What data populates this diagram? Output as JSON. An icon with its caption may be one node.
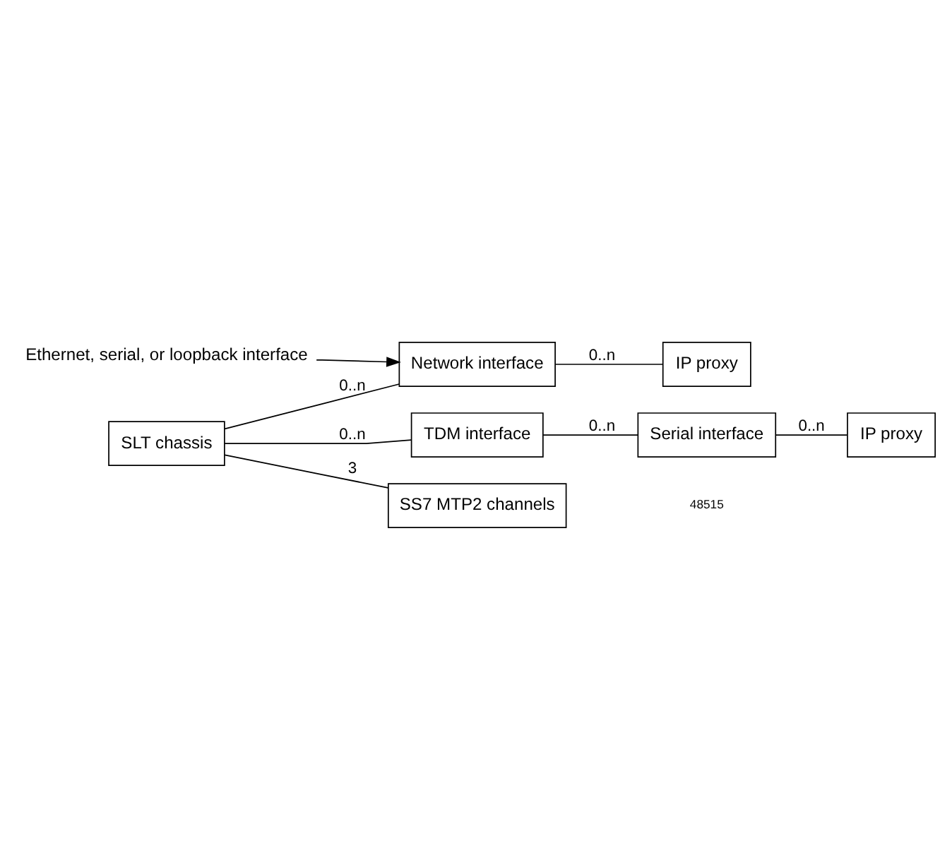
{
  "diagram": {
    "nodes": [
      {
        "text": [
          "SLT chassis"
        ]
      },
      {
        "text": [
          "Network interface"
        ]
      },
      {
        "text": [
          "IP proxy"
        ]
      },
      {
        "text": [
          "TDM interface"
        ]
      },
      {
        "text": [
          "Serial interface"
        ]
      },
      {
        "text": [
          "IP proxy"
        ]
      },
      {
        "text": [
          "SS7 MTP2 channels"
        ]
      },
      {
        "text": [
          "Ethernet, serial, or loopback interface"
        ]
      }
    ],
    "edges": [
      {
        "from": 0,
        "to": 1,
        "arrow": "none",
        "label": "0..n"
      },
      {
        "from": 1,
        "to": 2,
        "arrow": "none",
        "label": "0..n"
      },
      {
        "from": 0,
        "to": 3,
        "arrow": "none",
        "label": "0..n"
      },
      {
        "from": 3,
        "to": 4,
        "arrow": "none",
        "label": "0..n"
      },
      {
        "from": 4,
        "to": 5,
        "arrow": "none",
        "label": "0..n"
      },
      {
        "from": 0,
        "to": 6,
        "arrow": "none",
        "label": "3"
      },
      {
        "from": 7,
        "to": 1,
        "arrow": "to"
      }
    ],
    "labels": [
      "48515"
    ]
  }
}
